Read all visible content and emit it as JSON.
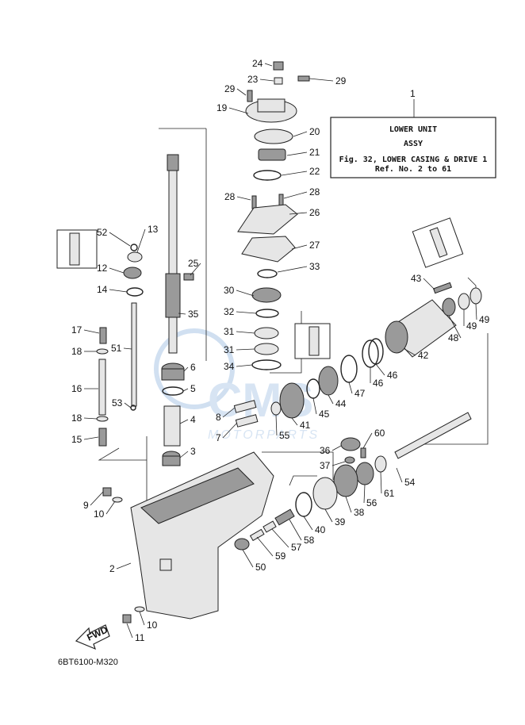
{
  "info_box": {
    "ref_number": "1",
    "line1": "LOWER UNIT",
    "line2": "ASSY",
    "line3": "Fig. 32, LOWER CASING & DRIVE 1",
    "line4": "Ref. No. 2 to 61"
  },
  "watermark": {
    "brand": "CMS",
    "sub": "MOTORPARTS"
  },
  "figure_code": "6BT6100-M320",
  "fwd_label": "FWD",
  "callouts": [
    {
      "id": "24",
      "text": "24"
    },
    {
      "id": "23",
      "text": "23"
    },
    {
      "id": "29a",
      "text": "29"
    },
    {
      "id": "29b",
      "text": "29"
    },
    {
      "id": "19",
      "text": "19"
    },
    {
      "id": "20",
      "text": "20"
    },
    {
      "id": "21",
      "text": "21"
    },
    {
      "id": "22",
      "text": "22"
    },
    {
      "id": "28a",
      "text": "28"
    },
    {
      "id": "28b",
      "text": "28"
    },
    {
      "id": "26",
      "text": "26"
    },
    {
      "id": "27",
      "text": "27"
    },
    {
      "id": "33",
      "text": "33"
    },
    {
      "id": "30",
      "text": "30"
    },
    {
      "id": "32",
      "text": "32"
    },
    {
      "id": "31a",
      "text": "31"
    },
    {
      "id": "31b",
      "text": "31"
    },
    {
      "id": "34",
      "text": "34"
    },
    {
      "id": "52",
      "text": "52"
    },
    {
      "id": "13",
      "text": "13"
    },
    {
      "id": "12",
      "text": "12"
    },
    {
      "id": "14",
      "text": "14"
    },
    {
      "id": "25",
      "text": "25"
    },
    {
      "id": "35",
      "text": "35"
    },
    {
      "id": "17",
      "text": "17"
    },
    {
      "id": "51",
      "text": "51"
    },
    {
      "id": "18a",
      "text": "18"
    },
    {
      "id": "16",
      "text": "16"
    },
    {
      "id": "18b",
      "text": "18"
    },
    {
      "id": "15",
      "text": "15"
    },
    {
      "id": "53",
      "text": "53"
    },
    {
      "id": "6",
      "text": "6"
    },
    {
      "id": "5",
      "text": "5"
    },
    {
      "id": "4",
      "text": "4"
    },
    {
      "id": "3",
      "text": "3"
    },
    {
      "id": "8",
      "text": "8"
    },
    {
      "id": "7",
      "text": "7"
    },
    {
      "id": "43",
      "text": "43"
    },
    {
      "id": "48",
      "text": "48"
    },
    {
      "id": "49a",
      "text": "49"
    },
    {
      "id": "49b",
      "text": "49"
    },
    {
      "id": "42",
      "text": "42"
    },
    {
      "id": "46a",
      "text": "46"
    },
    {
      "id": "46b",
      "text": "46"
    },
    {
      "id": "47",
      "text": "47"
    },
    {
      "id": "44",
      "text": "44"
    },
    {
      "id": "45",
      "text": "45"
    },
    {
      "id": "41",
      "text": "41"
    },
    {
      "id": "55",
      "text": "55"
    },
    {
      "id": "60",
      "text": "60"
    },
    {
      "id": "36",
      "text": "36"
    },
    {
      "id": "37",
      "text": "37"
    },
    {
      "id": "54",
      "text": "54"
    },
    {
      "id": "61",
      "text": "61"
    },
    {
      "id": "56",
      "text": "56"
    },
    {
      "id": "38",
      "text": "38"
    },
    {
      "id": "39",
      "text": "39"
    },
    {
      "id": "40",
      "text": "40"
    },
    {
      "id": "58",
      "text": "58"
    },
    {
      "id": "57",
      "text": "57"
    },
    {
      "id": "59",
      "text": "59"
    },
    {
      "id": "50",
      "text": "50"
    },
    {
      "id": "9",
      "text": "9"
    },
    {
      "id": "10a",
      "text": "10"
    },
    {
      "id": "2",
      "text": "2"
    },
    {
      "id": "10b",
      "text": "10"
    },
    {
      "id": "11",
      "text": "11"
    }
  ]
}
